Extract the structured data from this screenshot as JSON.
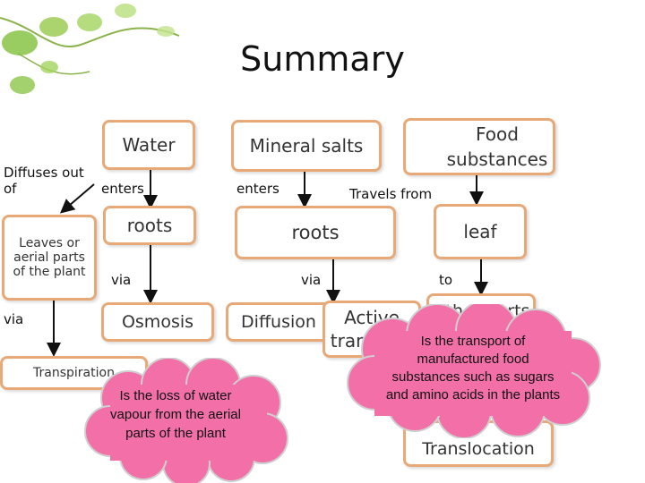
{
  "title": "Summary",
  "water": {
    "box": "Water",
    "enters": "enters",
    "roots": "roots",
    "via": "via",
    "osmosis": "Osmosis",
    "diffuses_out_of": "Diffuses out of",
    "leaves_box": "Leaves or aerial parts of the plant",
    "via_left": "via",
    "transpiration": "Transpiration",
    "transpiration_def": "Is the loss of water vapour from the aerial parts of the plant"
  },
  "minerals": {
    "box": "Mineral salts",
    "enters": "enters",
    "roots": "roots",
    "via": "via",
    "diffusion": "Diffusion",
    "active_transport": "Active transport"
  },
  "food": {
    "box": "Food substances",
    "travels_from": "Travels from",
    "leaf": "leaf",
    "to": "to",
    "other_parts": "Other parts",
    "translocation": "Translocation",
    "translocation_def": "Is the transport of manufactured food substances such as sugars and amino acids in the plants"
  },
  "colors": {
    "box_border": "#e8a978",
    "cloud_fill": "#f26fa8",
    "cloud_stroke": "#d9d9d9",
    "vine_green": "#7fbf3a"
  }
}
